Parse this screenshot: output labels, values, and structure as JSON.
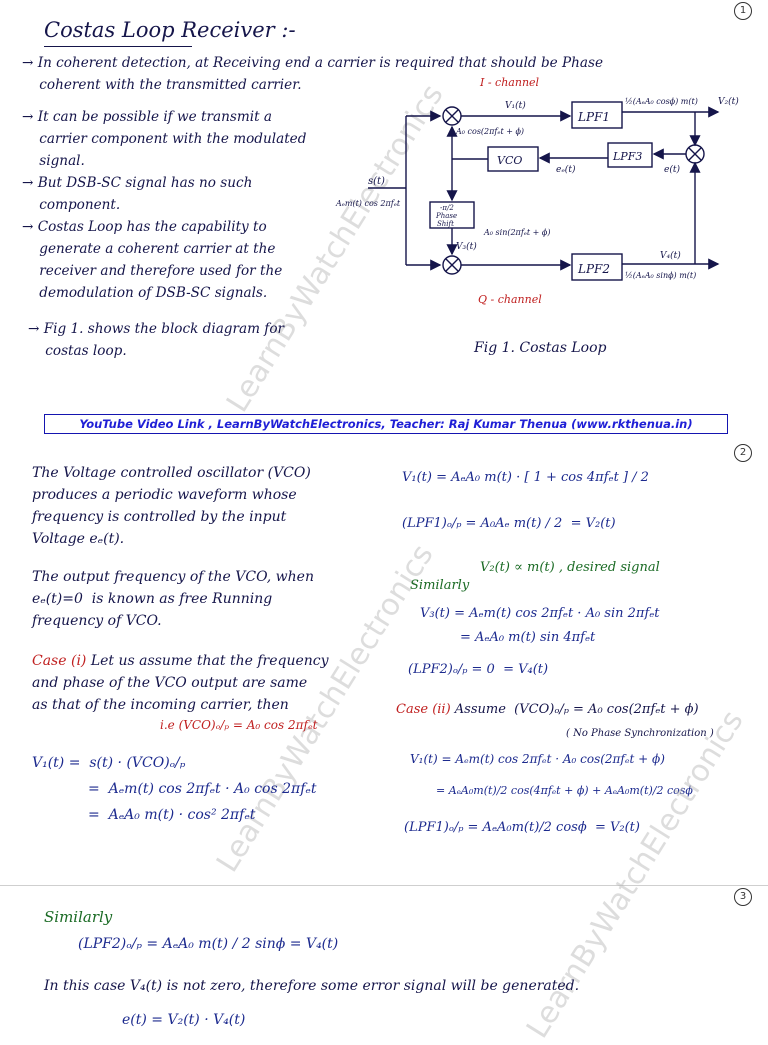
{
  "page_numbers": [
    "1",
    "2",
    "3"
  ],
  "page1": {
    "title": "Costas Loop Receiver :-",
    "bullets": [
      "→ In coherent detection, at Receiving end a carrier is required that should be Phase\n    coherent with the transmitted carrier.",
      "→ It can be possible if we transmit a\n    carrier component with the modulated\n    signal.",
      "→ But DSB-SC signal has no such\n    component.",
      "→ Costas Loop has the capability to\n    generate a coherent carrier at the\n    receiver and therefore used for the\n    demodulation of DSB-SC signals.",
      "→ Fig 1. shows the block diagram for\n    costas loop."
    ],
    "figure_caption": "Fig 1. Costas Loop",
    "diagram": {
      "i_channel": "I - channel",
      "q_channel": "Q - channel",
      "lpf1": "LPF1",
      "lpf2": "LPF2",
      "lpf3": "LPF3",
      "vco": "VCO",
      "phase_shift_top": "-π/2",
      "phase_shift_mid": "Phase",
      "phase_shift_bot": "Shift",
      "input_label": "s(t)",
      "input_expr": "Aₑm(t) cos 2πfₑt",
      "v1": "V₁(t)",
      "v2": "V₂(t)",
      "v3": "V₃(t)",
      "v4": "V₄(t)",
      "ec": "eₑ(t)",
      "et": "e(t)",
      "vco_cos": "A₀ cos(2πfₑt + ϕ)",
      "vco_sin": "A₀ sin(2πfₑt + ϕ)",
      "lpf1_out": "½(AₑA₀ cosϕ) m(t)",
      "lpf2_out": "½(AₑA₀ sinϕ) m(t)"
    }
  },
  "banner": "YouTube Video Link , LearnByWatchElectronics, Teacher: Raj Kumar Thenua (www.rkthenua.in)",
  "watermark": "LearnByWatchElectronics",
  "page2": {
    "left": {
      "vco_def": "The Voltage controlled oscillator (VCO)\nproduces a periodic waveform whose\nfrequency is controlled by the input\nVoltage eₑ(t).",
      "free_running": "The output frequency of the VCO, when\neₑ(t)=0  is known as free Running\nfrequency of VCO.",
      "case1_label": "Case (i)",
      "case1_text": " Let us assume that the frequency\nand phase of the VCO output are same\nas that of the incoming carrier, then",
      "case1_ie": "i.e (VCO)ₒ/ₚ = A₀ cos 2πfₑt",
      "eq1": "V₁(t) =  s(t) · (VCO)ₒ/ₚ",
      "eq2": "=  Aₑm(t) cos 2πfₑt · A₀ cos 2πfₑt",
      "eq3": "=  AₑA₀ m(t) · cos² 2πfₑt"
    },
    "right": {
      "eq1": "V₁(t) = AₑA₀ m(t) · [ 1 + cos 4πfₑt ] / 2",
      "eq2": "(LPF1)ₒ/ₚ = A₀Aₑ m(t) / 2  = V₂(t)",
      "desired": "V₂(t) ∝ m(t) , desired signal",
      "similarly": "Similarly",
      "eq3": "V₃(t) = Aₑm(t) cos 2πfₑt · A₀ sin 2πfₑt",
      "eq4": "= AₑA₀ m(t) sin 4πfₑt",
      "eq5": "(LPF2)ₒ/ₚ = 0  = V₄(t)",
      "case2_label": "Case (ii)",
      "case2_text": " Assume  (VCO)ₒ/ₚ = A₀ cos(2πfₑt + ϕ)",
      "no_sync": "( No Phase Synchronization )",
      "eq6": "V₁(t) = Aₑm(t) cos 2πfₑt · A₀ cos(2πfₑt + ϕ)",
      "eq7": "= AₑA₀m(t)/2 cos(4πfₑt + ϕ) + AₑA₀m(t)/2 cosϕ",
      "eq8": "(LPF1)ₒ/ₚ = AₑA₀m(t)/2 cosϕ  = V₂(t)"
    }
  },
  "page3": {
    "similarly": "Similarly",
    "eq1": "(LPF2)ₒ/ₚ = AₑA₀ m(t) / 2 sinϕ = V₄(t)",
    "text": "In this case V₄(t) is not zero, therefore some error signal will be generated.",
    "eq2": "e(t) = V₂(t) · V₄(t)"
  }
}
